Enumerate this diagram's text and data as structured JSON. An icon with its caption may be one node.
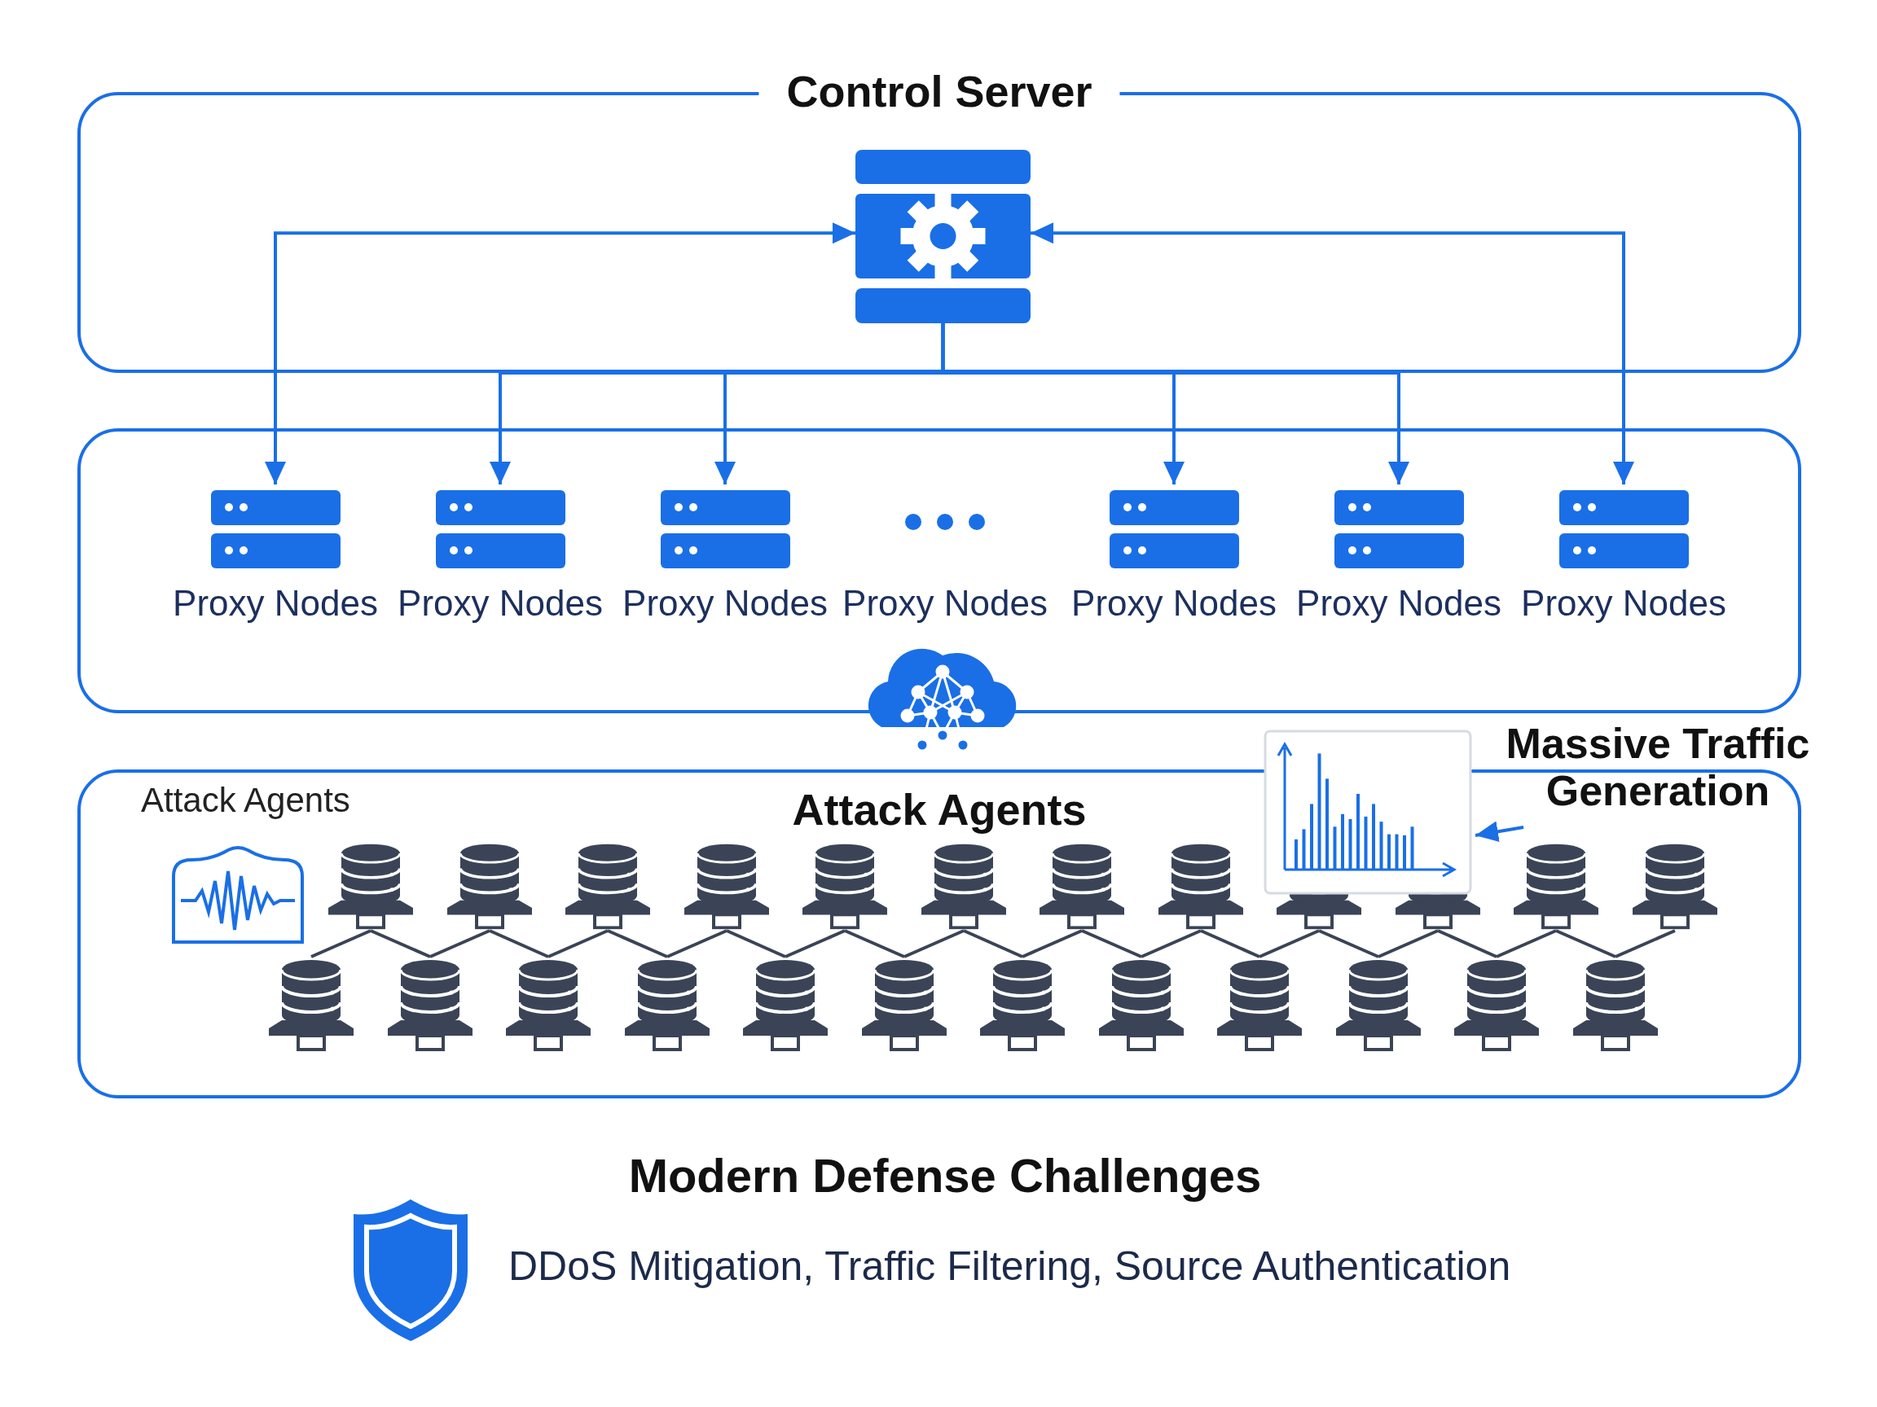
{
  "diagram": {
    "nodes": [
      {
        "text": [
          "Control Server"
        ]
      },
      {
        "text": [],
        "shape": "box",
        "in": 0
      },
      {
        "text": [],
        "shape": "box"
      },
      {
        "text": [
          "Proxy Nodes"
        ],
        "in": 2
      },
      {
        "text": [
          "Proxy Nodes"
        ],
        "in": 2
      },
      {
        "text": [
          "Proxy Nodes"
        ],
        "in": 2
      },
      {
        "text": [
          "Proxy Nodes"
        ],
        "in": 2
      },
      {
        "text": [
          "Proxy Nodes"
        ],
        "in": 2
      },
      {
        "text": [
          "Proxy Nodes"
        ],
        "in": 2
      },
      {
        "text": [
          "Proxy Nodes"
        ],
        "in": 2
      },
      {
        "text": [
          "Attack Agents",
          "Attack Agents"
        ]
      },
      {
        "text": [],
        "shape": "chart"
      },
      {
        "text": [
          "Massive Traffic Generation"
        ]
      },
      {
        "text": [],
        "shape": "cylinder",
        "in": 10
      },
      {
        "text": [],
        "shape": "cylinder",
        "in": 10
      },
      {
        "text": [],
        "shape": "cylinder",
        "in": 10
      },
      {
        "text": [],
        "shape": "cylinder",
        "in": 10
      },
      {
        "text": [],
        "shape": "cylinder",
        "in": 10
      },
      {
        "text": [],
        "shape": "cylinder",
        "in": 10
      },
      {
        "text": [],
        "shape": "cylinder",
        "in": 10
      },
      {
        "text": [],
        "shape": "cylinder",
        "in": 10
      },
      {
        "text": [],
        "shape": "cylinder",
        "in": 10
      },
      {
        "text": [],
        "shape": "cylinder",
        "in": 10
      },
      {
        "text": [],
        "shape": "cylinder",
        "in": 10
      },
      {
        "text": [],
        "shape": "cylinder",
        "in": 10
      },
      {
        "text": [],
        "shape": "cylinder",
        "in": 10
      },
      {
        "text": [],
        "shape": "cylinder",
        "in": 10
      },
      {
        "text": [],
        "shape": "cylinder",
        "in": 10
      },
      {
        "text": [],
        "shape": "cylinder",
        "in": 10
      },
      {
        "text": [],
        "shape": "cylinder",
        "in": 10
      },
      {
        "text": [],
        "shape": "cylinder",
        "in": 10
      },
      {
        "text": [],
        "shape": "cylinder",
        "in": 10
      },
      {
        "text": [],
        "shape": "cylinder",
        "in": 10
      },
      {
        "text": [],
        "shape": "cylinder",
        "in": 10
      },
      {
        "text": [],
        "shape": "cylinder",
        "in": 10
      },
      {
        "text": [],
        "shape": "cylinder",
        "in": 10
      },
      {
        "text": [],
        "shape": "cylinder",
        "in": 10
      }
    ],
    "edges": [
      {
        "from": 1,
        "to": 3,
        "arrow": "both",
        "color": "#1a6fe6"
      },
      {
        "from": 1,
        "to": 4,
        "arrow": "to",
        "color": "#1a6fe6"
      },
      {
        "from": 1,
        "to": 5,
        "arrow": "to",
        "color": "#1a6fe6"
      },
      {
        "from": 1,
        "to": 7,
        "arrow": "to",
        "color": "#1a6fe6"
      },
      {
        "from": 1,
        "to": 8,
        "arrow": "to",
        "color": "#1a6fe6"
      },
      {
        "from": 1,
        "to": 9,
        "arrow": "both",
        "color": "#1a6fe6"
      },
      {
        "from": 12,
        "to": 11,
        "arrow": "to",
        "color": "#1a6fe6"
      },
      {
        "from": 13,
        "to": 25,
        "arrow": "none"
      },
      {
        "from": 13,
        "to": 26,
        "arrow": "none"
      },
      {
        "from": 14,
        "to": 26,
        "arrow": "none"
      },
      {
        "from": 14,
        "to": 27,
        "arrow": "none"
      },
      {
        "from": 15,
        "to": 27,
        "arrow": "none"
      },
      {
        "from": 15,
        "to": 28,
        "arrow": "none"
      },
      {
        "from": 16,
        "to": 28,
        "arrow": "none"
      },
      {
        "from": 16,
        "to": 29,
        "arrow": "none"
      },
      {
        "from": 17,
        "to": 29,
        "arrow": "none"
      },
      {
        "from": 17,
        "to": 30,
        "arrow": "none"
      },
      {
        "from": 18,
        "to": 30,
        "arrow": "none"
      },
      {
        "from": 18,
        "to": 31,
        "arrow": "none"
      },
      {
        "from": 19,
        "to": 31,
        "arrow": "none"
      },
      {
        "from": 19,
        "to": 32,
        "arrow": "none"
      },
      {
        "from": 20,
        "to": 32,
        "arrow": "none"
      },
      {
        "from": 20,
        "to": 33,
        "arrow": "none"
      },
      {
        "from": 21,
        "to": 33,
        "arrow": "none"
      },
      {
        "from": 21,
        "to": 34,
        "arrow": "none"
      },
      {
        "from": 22,
        "to": 34,
        "arrow": "none"
      },
      {
        "from": 22,
        "to": 35,
        "arrow": "none"
      },
      {
        "from": 23,
        "to": 35,
        "arrow": "none"
      },
      {
        "from": 23,
        "to": 36,
        "arrow": "none"
      },
      {
        "from": 24,
        "to": 36,
        "arrow": "none"
      }
    ],
    "labels": [
      "Modern Defense Challenges",
      "DDoS Mitigation, Traffic Filtering, Source Authentication"
    ]
  }
}
